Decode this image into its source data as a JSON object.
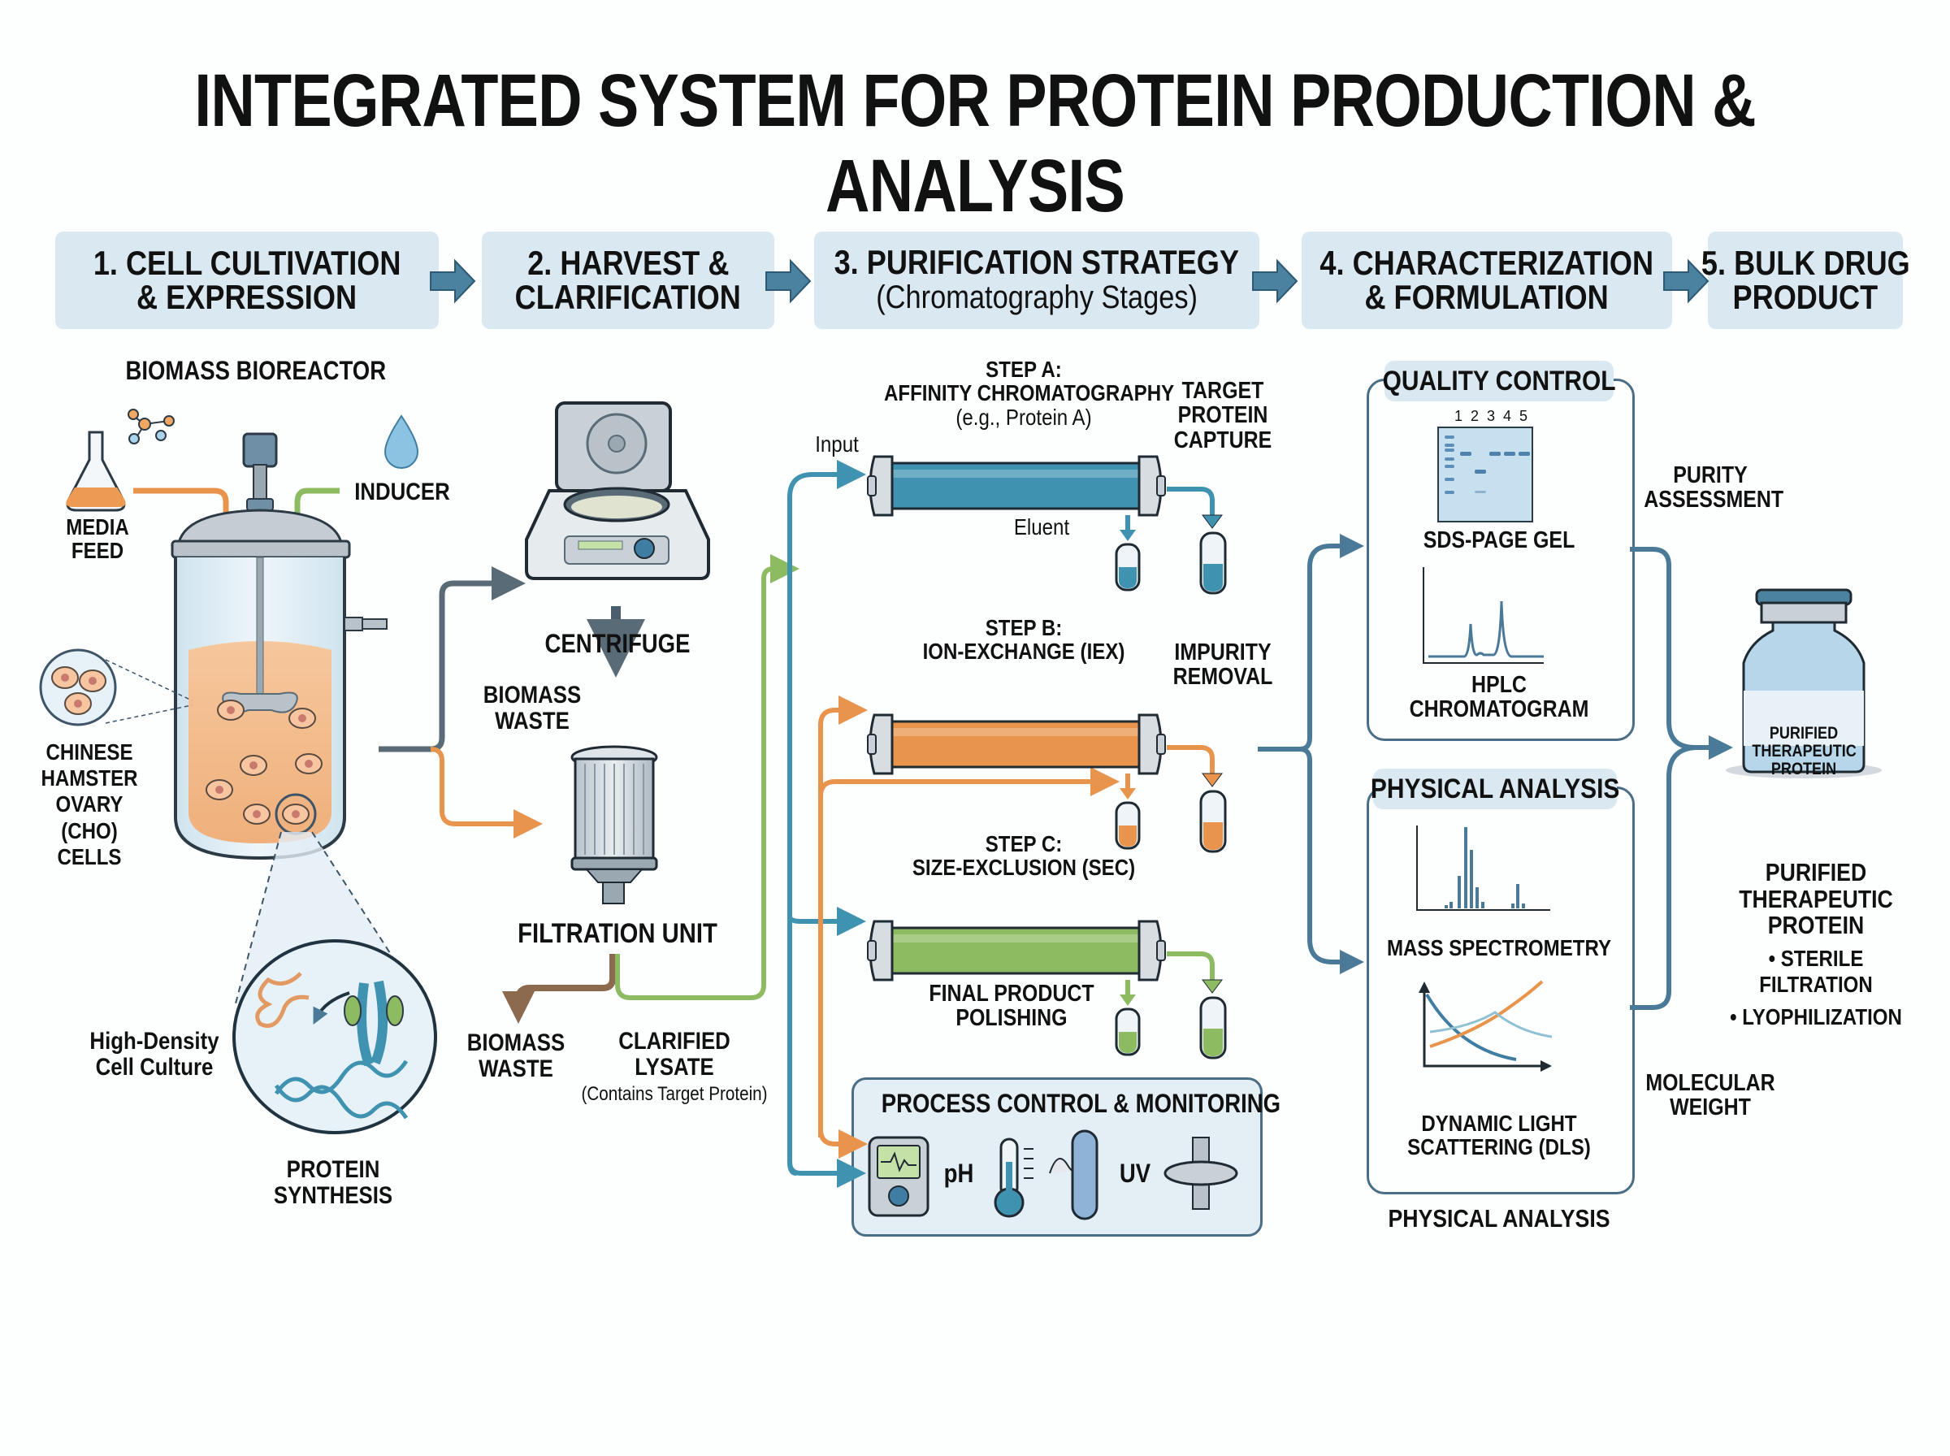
{
  "title": "INTEGRATED SYSTEM FOR PROTEIN PRODUCTION & ANALYSIS",
  "stages": [
    {
      "line1": "1. CELL CULTIVATION",
      "line2": "& EXPRESSION"
    },
    {
      "line1": "2. HARVEST &",
      "line2": "CLARIFICATION"
    },
    {
      "line1": "3. PURIFICATION STRATEGY",
      "sub": "(Chromatography Stages)"
    },
    {
      "line1": "4. CHARACTERIZATION",
      "line2": "& FORMULATION"
    },
    {
      "line1": "5. BULK DRUG",
      "line2": "PRODUCT"
    }
  ],
  "cultivation": {
    "heading": "BIOMASS BIOREACTOR",
    "media_feed": [
      "MEDIA",
      "FEED"
    ],
    "inducer": "INDUCER",
    "cells_label": [
      "CHINESE",
      "HAMSTER",
      "OVARY",
      "(CHO)",
      "CELLS"
    ],
    "culture_label": [
      "High-Density",
      "Cell Culture"
    ],
    "synthesis_label": [
      "PROTEIN",
      "SYNTHESIS"
    ]
  },
  "harvest": {
    "centrifuge": "CENTRIFUGE",
    "biomass_waste_1": [
      "BIOMASS",
      "WASTE"
    ],
    "filtration": "FILTRATION UNIT",
    "biomass_waste_2": [
      "BIOMASS",
      "WASTE"
    ],
    "clarified": [
      "CLARIFIED",
      "LYSATE"
    ],
    "clarified_note": "(Contains Target Protein)"
  },
  "purification": {
    "input_label": "Input",
    "eluent_label": "Eluent",
    "steps": [
      {
        "step": "STEP A:",
        "name": "AFFINITY CHROMATOGRAPHY",
        "note": "(e.g., Protein A)",
        "outcome": [
          "TARGET",
          "PROTEIN",
          "CAPTURE"
        ],
        "color": "#3f93b1"
      },
      {
        "step": "STEP B:",
        "name": "ION-EXCHANGE (IEX)",
        "outcome": [
          "IMPURITY",
          "REMOVAL"
        ],
        "color": "#e8944d"
      },
      {
        "step": "STEP C:",
        "name": "SIZE-EXCLUSION (SEC)",
        "outcome": [
          "FINAL PRODUCT",
          "POLISHING"
        ],
        "color": "#8dbb62"
      }
    ],
    "monitoring": {
      "title": "PROCESS CONTROL & MONITORING",
      "ph_label": "pH",
      "uv_label": "UV",
      "icons": [
        "ph-meter-icon",
        "thermometer-icon",
        "uv-detector-icon",
        "filter-valve-icon"
      ]
    }
  },
  "characterization": {
    "qc": {
      "title": "QUALITY CONTROL",
      "gel_lanes": [
        "1",
        "2",
        "3",
        "4",
        "5"
      ],
      "gel_label": "SDS-PAGE GEL",
      "hplc_label": [
        "HPLC",
        "CHROMATOGRAM"
      ]
    },
    "purity_label": [
      "PURITY",
      "ASSESSMENT"
    ],
    "physical": {
      "title": "PHYSICAL ANALYSIS",
      "ms_label": "MASS SPECTROMETRY",
      "dls_label": [
        "DYNAMIC LIGHT",
        "SCATTERING (DLS)"
      ],
      "footer": "PHYSICAL ANALYSIS"
    },
    "mw_label": [
      "MOLECULAR",
      "WEIGHT"
    ]
  },
  "product": {
    "vial_label": [
      "PURIFIED",
      "THERAPEUTIC",
      "PROTEIN"
    ],
    "name": [
      "PURIFIED",
      "THERAPEUTIC",
      "PROTEIN"
    ],
    "bullets": [
      "• STERILE",
      "FILTRATION",
      "• LYOPHILIZATION"
    ]
  },
  "colors": {
    "stage_bg": "#d9e8f1",
    "flow_blue": "#3f93b1",
    "flow_dark": "#4a7a98",
    "flow_orange": "#e8944d",
    "flow_green": "#8dbb62",
    "flow_brown": "#8c6a4e",
    "flow_gray": "#5a6b78"
  }
}
